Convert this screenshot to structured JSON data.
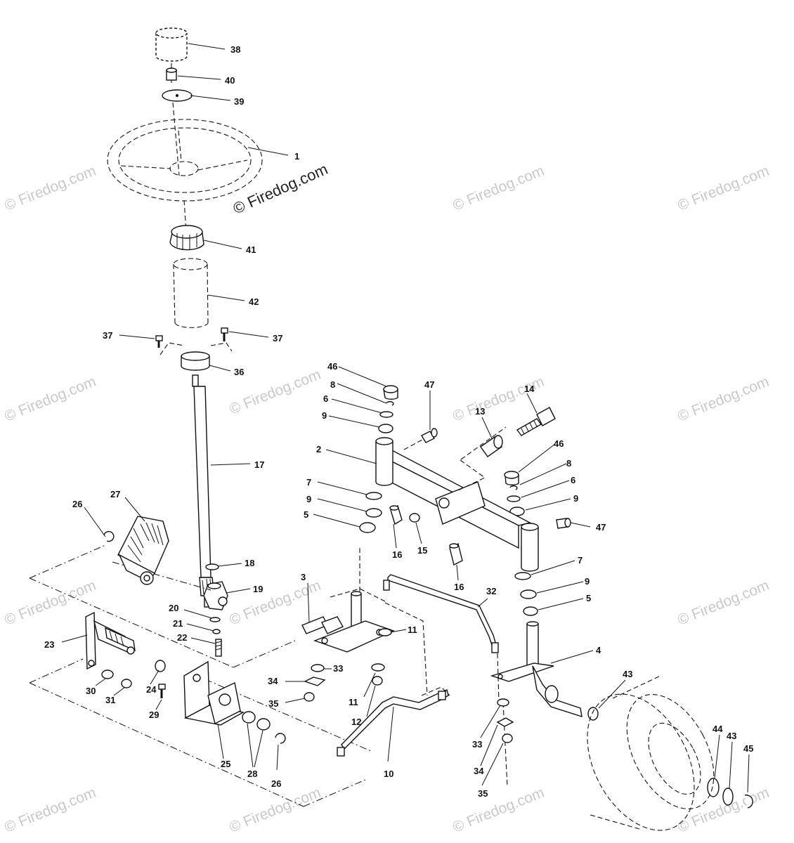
{
  "watermark": {
    "main": "© Firedog.com",
    "repeat": "© Firedog.com"
  },
  "callouts": {
    "c1": "1",
    "c2": "2",
    "c3": "3",
    "c4": "4",
    "c5a": "5",
    "c5b": "5",
    "c6a": "6",
    "c6b": "6",
    "c7a": "7",
    "c7b": "7",
    "c8a": "8",
    "c8b": "8",
    "c9a": "9",
    "c9b": "9",
    "c9c": "9",
    "c10": "10",
    "c11a": "11",
    "c11b": "11",
    "c12": "12",
    "c13": "13",
    "c14": "14",
    "c15": "15",
    "c16a": "16",
    "c16b": "16",
    "c17": "17",
    "c18": "18",
    "c19": "19",
    "c20": "20",
    "c21": "21",
    "c22": "22",
    "c23": "23",
    "c24": "24",
    "c25": "25",
    "c26a": "26",
    "c26b": "26",
    "c27": "27",
    "c28": "28",
    "c29": "29",
    "c30": "30",
    "c31": "31",
    "c32": "32",
    "c33a": "33",
    "c33b": "33",
    "c34a": "34",
    "c34b": "34",
    "c35a": "35",
    "c35b": "35",
    "c36": "36",
    "c37a": "37",
    "c37b": "37",
    "c38": "38",
    "c39": "39",
    "c40": "40",
    "c41": "41",
    "c42": "42",
    "c43a": "43",
    "c43b": "43",
    "c44": "44",
    "c45": "45",
    "c46a": "46",
    "c46b": "46",
    "c47a": "47",
    "c47b": "47"
  }
}
